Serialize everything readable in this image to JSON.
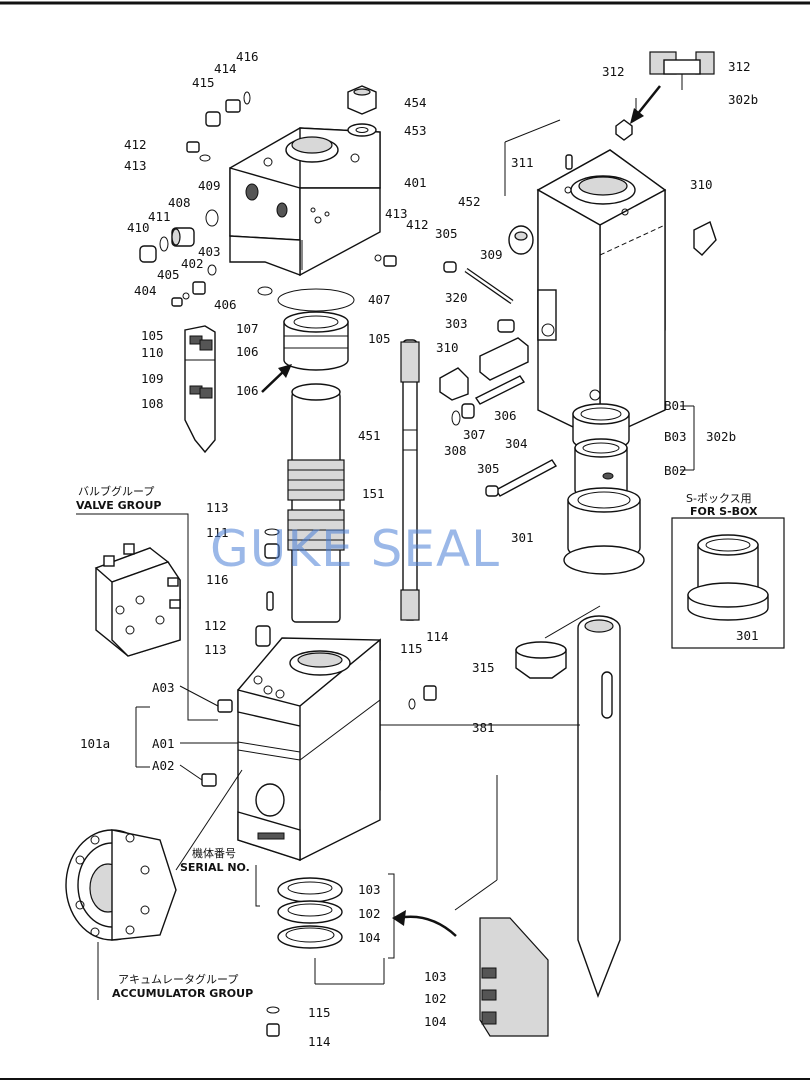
{
  "watermark": "GUKE SEAL",
  "groups": {
    "valve_jp": "バルブグループ",
    "valve_en": "VALVE GROUP",
    "accum_jp": "アキュムレータグループ",
    "accum_en": "ACCUMULATOR GROUP",
    "serial_jp": "機体番号",
    "serial_en": "SERIAL NO.",
    "sbox_jp": "S-ボックス用",
    "sbox_en": "FOR S-BOX"
  },
  "labels": [
    "416",
    "414",
    "415",
    "454",
    "453",
    "412",
    "413",
    "401",
    "409",
    "408",
    "411",
    "410",
    "403",
    "402",
    "405",
    "404",
    "406",
    "407",
    "413",
    "412",
    "105",
    "107",
    "110",
    "106",
    "109",
    "108",
    "106",
    "105",
    "451",
    "151",
    "113",
    "111",
    "116",
    "112",
    "113",
    "115",
    "114",
    "A03",
    "101a",
    "A01",
    "A02",
    "103",
    "102",
    "104",
    "115",
    "114",
    "103",
    "102",
    "104",
    "312",
    "312",
    "302b",
    "311",
    "310",
    "452",
    "305",
    "309",
    "320",
    "303",
    "310",
    "306",
    "307",
    "308",
    "304",
    "305",
    "B01",
    "B03",
    "302b",
    "B02",
    "301",
    "301",
    "315",
    "381"
  ]
}
